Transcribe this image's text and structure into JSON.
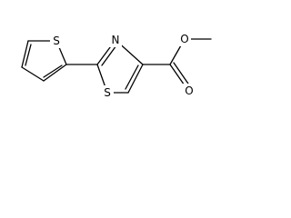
{
  "structure": {
    "atom_labels": {
      "thiophene_s": "S",
      "thiazole_n": "N",
      "thiazole_s": "S",
      "carbonyl_o": "O",
      "ester_o": "O"
    }
  }
}
